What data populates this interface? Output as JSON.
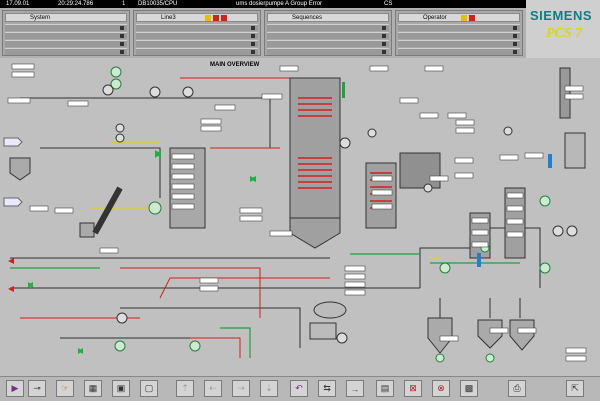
{
  "header": {
    "date": "17.09.01",
    "time": "20:29:24.786",
    "count": "1",
    "tag": "DB10035/CPU",
    "message": "ums dosierpumpe A Group Error",
    "code": "CS"
  },
  "status_panels": [
    {
      "title": "System"
    },
    {
      "title": "Line3"
    },
    {
      "title": "Sequences"
    },
    {
      "title": "Operator"
    }
  ],
  "brand": {
    "vendor": "SIEMENS",
    "product": "PCS 7"
  },
  "diagram": {
    "title": "MAIN OVERVIEW"
  },
  "toolbar": {
    "buttons": [
      {
        "name": "play-icon",
        "glyph": "▶",
        "color": "#7a2c8c",
        "enabled": true
      },
      {
        "name": "key-icon",
        "glyph": "⊸",
        "color": "#333333",
        "enabled": true
      },
      {
        "name": "pointer-icon",
        "glyph": "☞",
        "color": "#c46a00",
        "enabled": true
      },
      {
        "name": "overview-icon",
        "glyph": "▦",
        "color": "#333333",
        "enabled": true
      },
      {
        "name": "screen-icon",
        "glyph": "▣",
        "color": "#333333",
        "enabled": true
      },
      {
        "name": "window-icon",
        "glyph": "▢",
        "color": "#333333",
        "enabled": true
      },
      {
        "name": "nav-up-icon",
        "glyph": "⇡",
        "color": "#999999",
        "enabled": false
      },
      {
        "name": "nav-left-icon",
        "glyph": "⇠",
        "color": "#999999",
        "enabled": false
      },
      {
        "name": "nav-right-icon",
        "glyph": "⇢",
        "color": "#999999",
        "enabled": false
      },
      {
        "name": "nav-down-icon",
        "glyph": "⇣",
        "color": "#999999",
        "enabled": false
      },
      {
        "name": "back-icon",
        "glyph": "↶",
        "color": "#7a2c8c",
        "enabled": true
      },
      {
        "name": "forward-icon",
        "glyph": "⇆",
        "color": "#333333",
        "enabled": true
      },
      {
        "name": "arrow-right-icon",
        "glyph": "→",
        "color": "#7a2c8c",
        "enabled": true
      },
      {
        "name": "trend-icon",
        "glyph": "▤",
        "color": "#333333",
        "enabled": true
      },
      {
        "name": "alarm-icon",
        "glyph": "⊠",
        "color": "#b02020",
        "enabled": true
      },
      {
        "name": "ack-icon",
        "glyph": "⊗",
        "color": "#b02020",
        "enabled": true
      },
      {
        "name": "grid-icon",
        "glyph": "▩",
        "color": "#333333",
        "enabled": true
      },
      {
        "name": "print-icon",
        "glyph": "⎙",
        "color": "#333333",
        "enabled": true
      },
      {
        "name": "logoff-icon",
        "glyph": "⇱",
        "color": "#333333",
        "enabled": true
      }
    ]
  }
}
